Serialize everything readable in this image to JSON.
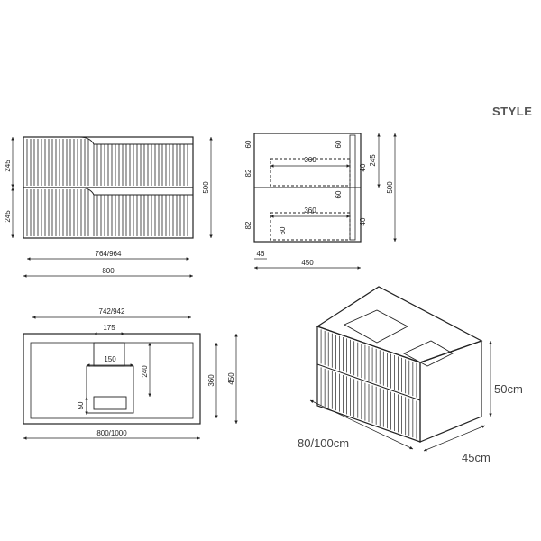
{
  "style_label": "STYLE",
  "front_view": {
    "drawer_height_top": "245",
    "drawer_height_bottom": "245",
    "total_height": "500",
    "inner_width": "764/964",
    "total_width": "800"
  },
  "side_section": {
    "top_gap_left": "60",
    "top_gap_right": "60",
    "tray_depth_top": "360",
    "tray_height_top": "82",
    "clearance_top": "40",
    "mid_gap": "60",
    "drawer_height": "245",
    "total_height": "500",
    "tray_depth_bottom": "360",
    "tray_height_bottom": "82",
    "clearance_bottom": "40",
    "bottom_gap": "60",
    "toe": "46",
    "total_depth": "450"
  },
  "top_view": {
    "inner_width": "742/942",
    "cutout_width": "175",
    "tray_width": "150",
    "tray_depth": "240",
    "bottom_offset": "50",
    "inner_depth": "360",
    "total_depth": "450",
    "total_width": "800/1000"
  },
  "iso_view": {
    "height_label": "50cm",
    "width_label": "80/100cm",
    "depth_label": "45cm"
  }
}
